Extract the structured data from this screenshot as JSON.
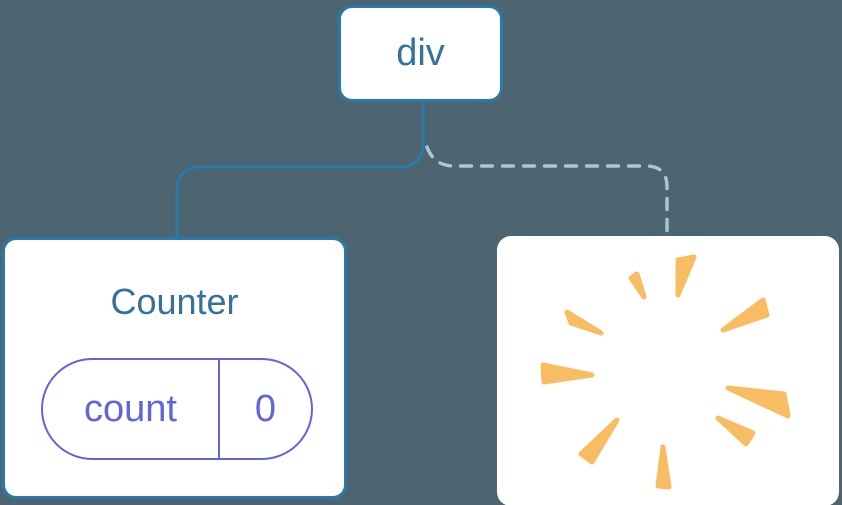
{
  "colors": {
    "canvas_bg": "#4d6570",
    "card_bg": "#ffffff",
    "node_border": "#2979ab",
    "node_text": "#35719b",
    "dashed_line": "#a9c7da",
    "state_accent": "#6065d9",
    "poof": "#f8bd62"
  },
  "diagram": {
    "root": {
      "label": "div"
    },
    "children": [
      {
        "type": "component",
        "title": "Counter",
        "connector": "solid",
        "state": {
          "key": "count",
          "value": "0"
        }
      },
      {
        "type": "removed-component",
        "connector": "dashed",
        "icon": "poof-burst-icon"
      }
    ]
  }
}
